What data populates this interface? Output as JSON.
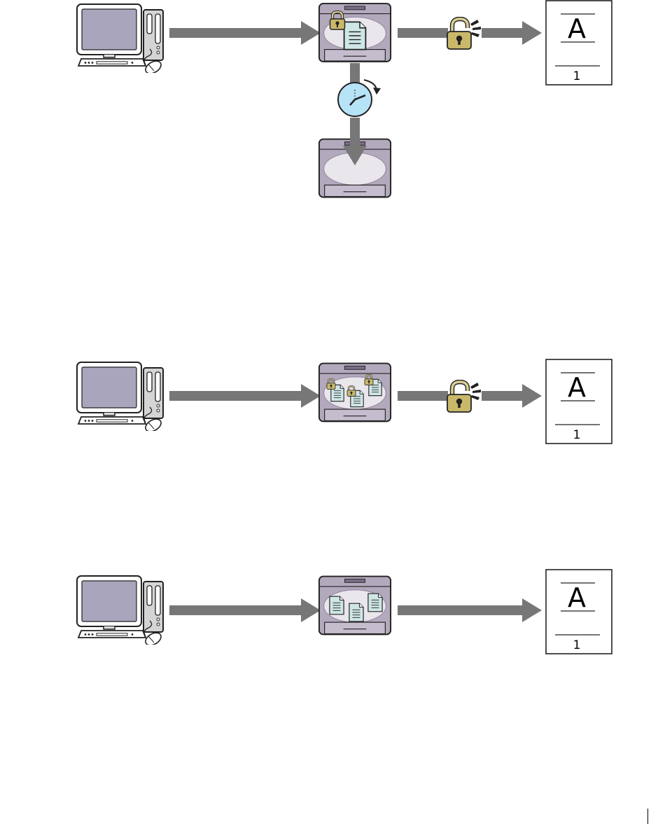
{
  "colors": {
    "arrow": "#777777",
    "printer_body": "#b3a9bd",
    "printer_tray": "#e9e6ec",
    "monitor_screen": "#a8a5bc",
    "pc_body": "#d4d4d4",
    "document_paper": "#cfe6e6",
    "lock_gold": "#c9b86a",
    "clock_face": "#b7e3f7"
  },
  "diagrams": [
    {
      "id": "delayed-print",
      "icons": [
        "computer-icon",
        "printer-icon",
        "locked-document-icon",
        "unlock-icon",
        "timer-clock-icon",
        "printer-icon"
      ],
      "output_page": {
        "letter": "A",
        "page_number": "1"
      }
    },
    {
      "id": "secure-print",
      "icons": [
        "computer-icon",
        "printer-icon",
        "locked-documents-icon",
        "unlock-icon"
      ],
      "output_page": {
        "letter": "A",
        "page_number": "1"
      }
    },
    {
      "id": "store-print",
      "icons": [
        "computer-icon",
        "printer-icon",
        "documents-icon"
      ],
      "output_page": {
        "letter": "A",
        "page_number": "1"
      }
    }
  ]
}
